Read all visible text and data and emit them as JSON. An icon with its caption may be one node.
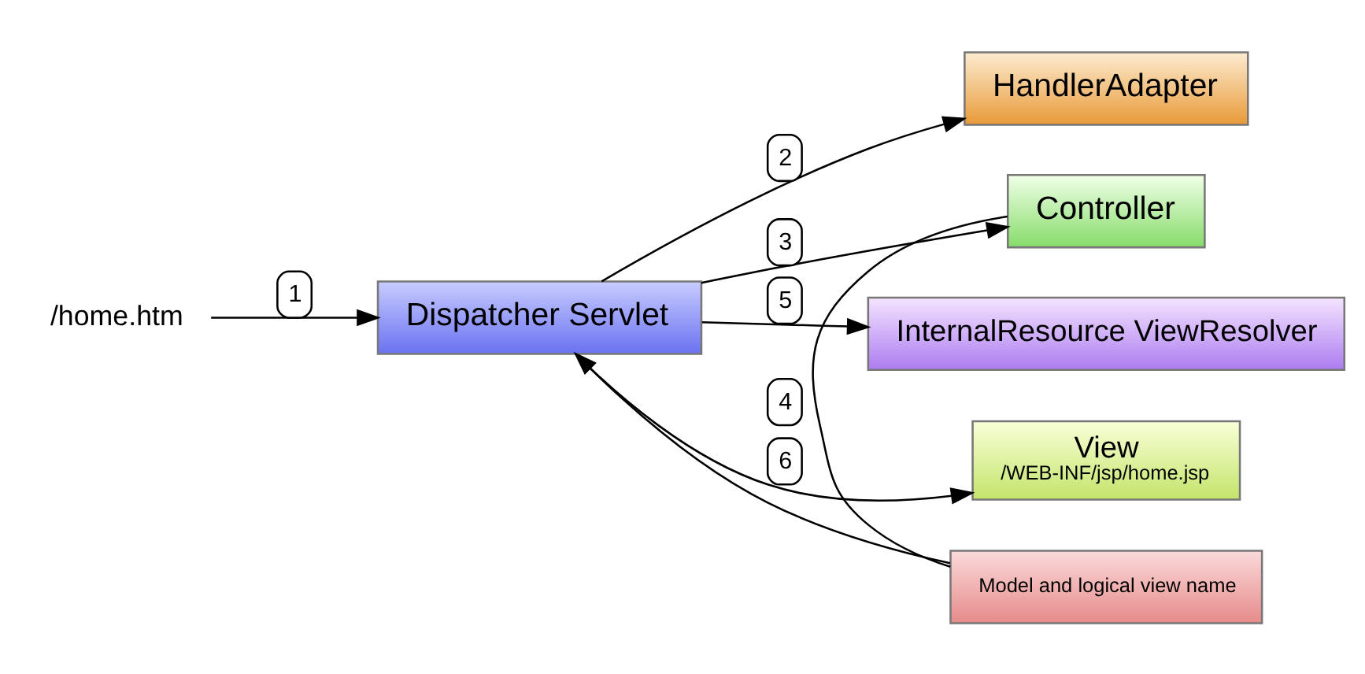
{
  "diagram": {
    "nodes": [
      {
        "text": [
          "/home.htm"
        ]
      },
      {
        "text": [
          "Dispatcher Servlet"
        ]
      },
      {
        "text": [
          "HandlerAdapter"
        ]
      },
      {
        "text": [
          "Controller"
        ]
      },
      {
        "text": [
          "Model and logical view name"
        ]
      },
      {
        "text": [
          "InternalResource ViewResolver"
        ]
      },
      {
        "text": [
          "View",
          "/WEB-INF/jsp/home.jsp"
        ]
      }
    ],
    "edges": [
      {
        "from": 0,
        "to": 1,
        "arrow": "to",
        "label": "1"
      },
      {
        "from": 1,
        "to": 2,
        "arrow": "to",
        "label": "2"
      },
      {
        "from": 1,
        "to": 3,
        "arrow": "to",
        "label": "3"
      },
      {
        "from": 3,
        "to": 4,
        "arrow": "none",
        "label": "4"
      },
      {
        "from": 4,
        "to": 1,
        "arrow": "to"
      },
      {
        "from": 1,
        "to": 5,
        "arrow": "to",
        "label": "5"
      },
      {
        "from": 1,
        "to": 6,
        "arrow": "to",
        "label": "6"
      }
    ]
  }
}
